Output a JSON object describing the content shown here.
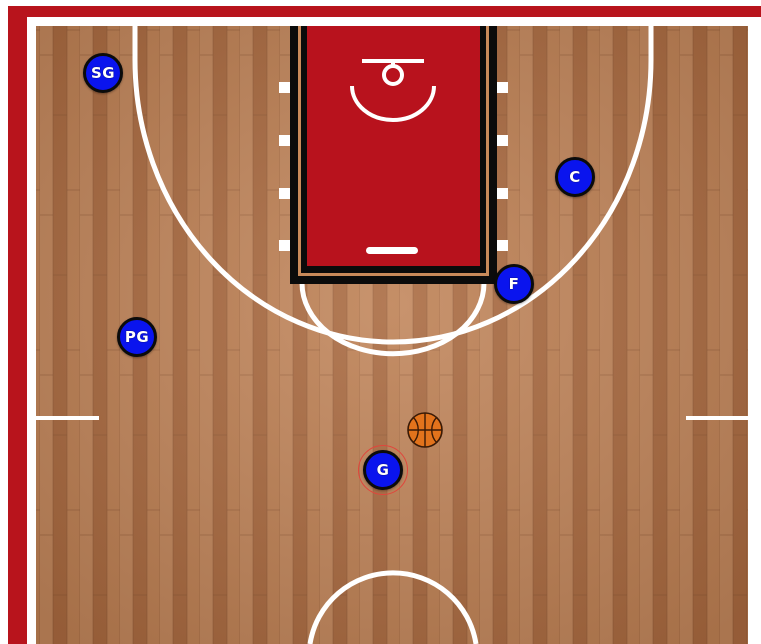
{
  "court": {
    "border_color": "#b8141c",
    "paint_color": "#b8121d",
    "floor_color": "#b97a4e",
    "line_color": "#ffffff"
  },
  "players": [
    {
      "id": "sg",
      "label": "SG",
      "selected": false
    },
    {
      "id": "c",
      "label": "C",
      "selected": false
    },
    {
      "id": "f",
      "label": "F",
      "selected": false
    },
    {
      "id": "pg",
      "label": "PG",
      "selected": false
    },
    {
      "id": "g",
      "label": "G",
      "selected": true
    }
  ],
  "ball": {
    "icon": "basketball-icon",
    "color": "#e2731c"
  },
  "player_color": "#0a14ee"
}
